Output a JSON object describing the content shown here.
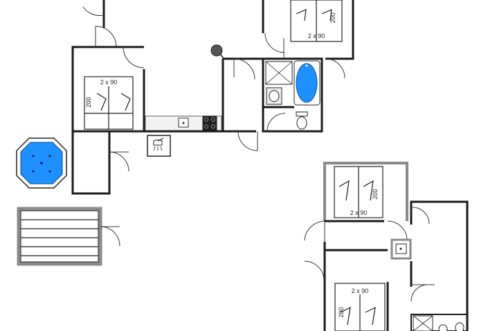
{
  "plan": {
    "labels": {
      "bed_top_center": "2 x 90",
      "bed_top_center_len": "200",
      "bed_left": "2 x 90",
      "bed_left_len": "200",
      "bed_right_upper": "2 x 90",
      "bed_right_upper_len": "200",
      "bed_right_lower": "2 x 90",
      "bed_right_lower_len": "200"
    },
    "colors": {
      "water": "#1e90ff",
      "wall": "#1a1a1a"
    },
    "icons": [
      "bed",
      "hot-tub",
      "bathtub",
      "shower",
      "toilet",
      "sink",
      "stove",
      "outdoor-shower",
      "terrace-deck"
    ]
  }
}
